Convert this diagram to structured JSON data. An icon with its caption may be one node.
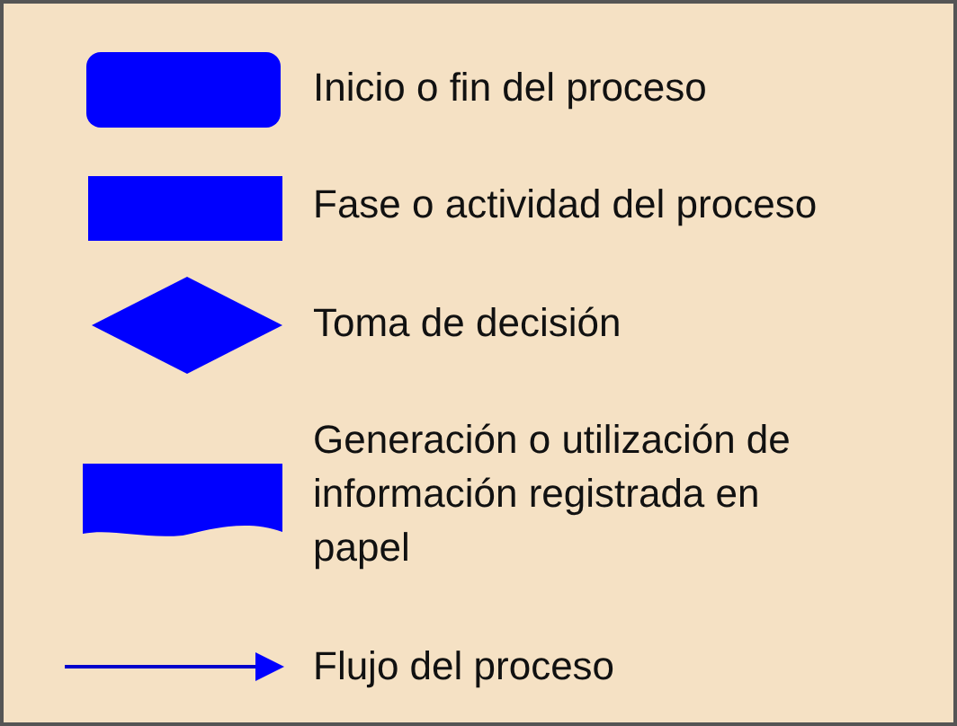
{
  "diagram": {
    "legend": [
      {
        "text": "Inicio o fin del proceso",
        "color": "#0000ff"
      },
      {
        "text": "Fase o actividad del proceso",
        "color": "#0000ff"
      },
      {
        "text": "Toma de decisión",
        "color": "#0000ff"
      },
      {
        "text": "Generación o utilización de información registrada en papel",
        "color": "#0000ff"
      },
      {
        "text": "Flujo del proceso"
      }
    ]
  }
}
